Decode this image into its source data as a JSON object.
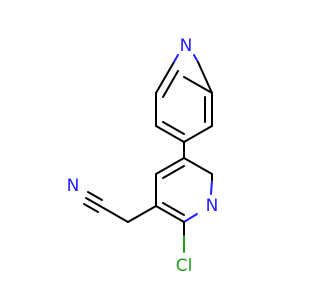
{
  "molecule": {
    "atoms": {
      "pyridine_top_n": {
        "label": "N",
        "color": "#1f1fff"
      },
      "pyridine_ring_n": {
        "label": "N",
        "color": "#1f1fff"
      },
      "nitrile_n": {
        "label": "N",
        "color": "#1f1fff"
      },
      "chlorine": {
        "label": "Cl",
        "color": "#1fa01f"
      }
    },
    "colors": {
      "bond": "#000000",
      "nitrogen": "#1f1fff",
      "chlorine": "#1fa01f"
    }
  }
}
